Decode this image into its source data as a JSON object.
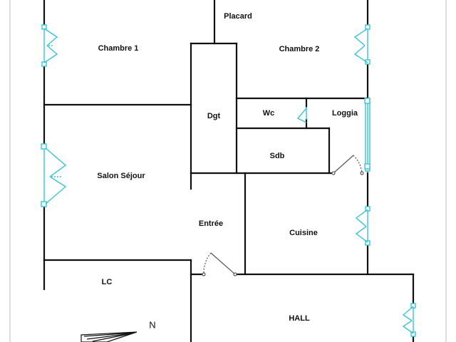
{
  "rooms": {
    "placard": "Placard",
    "chambre1": "Chambre 1",
    "chambre2": "Chambre 2",
    "dgt": "Dgt",
    "wc": "Wc",
    "loggia": "Loggia",
    "sdb": "Sdb",
    "salon": "Salon Séjour",
    "entree": "Entrée",
    "cuisine": "Cuisine",
    "lc": "LC",
    "hall": "HALL"
  },
  "compass": {
    "north": "N"
  },
  "colors": {
    "wall": "#111111",
    "window": "#33c6d9",
    "door": "#555555",
    "page_border": "#bbbbbb",
    "background": "#ffffff"
  }
}
